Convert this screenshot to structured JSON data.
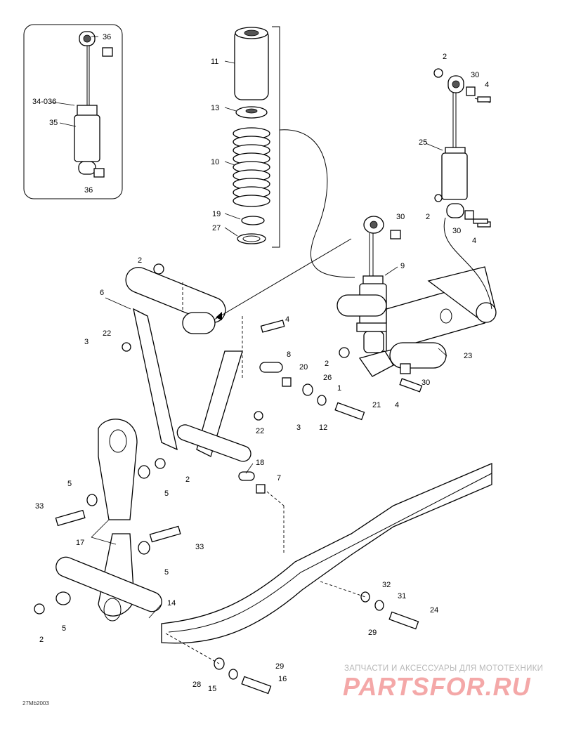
{
  "diagram_code": "27Mb2003",
  "watermark": {
    "tagline": "ЗАПЧАСТИ И АКСЕССУАРЫ ДЛЯ МОТОТЕХНИКИ",
    "logo_text": "PARTSFOR.RU"
  },
  "callouts": {
    "c36a": "36",
    "c3436": "34-036",
    "c35": "35",
    "c36b": "36",
    "c11": "11",
    "c13": "13",
    "c10": "10",
    "c19": "19",
    "c27": "27",
    "c2a": "2",
    "c30a": "30",
    "c4a": "4",
    "c25": "25",
    "c2b": "2",
    "c30b": "30",
    "c4b": "4",
    "c30c": "30",
    "c9": "9",
    "c2c": "2",
    "c6": "6",
    "c4c": "4",
    "c22a": "22",
    "c3a": "3",
    "c8": "8",
    "c20": "20",
    "c26": "26",
    "c1": "1",
    "c21": "21",
    "c12": "12",
    "c3b": "3",
    "c22b": "22",
    "c2d": "2",
    "c23": "23",
    "c30d": "30",
    "c4d": "4",
    "c18": "18",
    "c7": "7",
    "c2e": "2",
    "c5a": "5",
    "c5b": "5",
    "c33a": "33",
    "c17": "17",
    "c33b": "33",
    "c5c": "5",
    "c14": "14",
    "c2f": "2",
    "c5d": "5",
    "c32": "32",
    "c31": "31",
    "c24": "24",
    "c29a": "29",
    "c29b": "29",
    "c28": "28",
    "c15": "15",
    "c16": "16"
  }
}
